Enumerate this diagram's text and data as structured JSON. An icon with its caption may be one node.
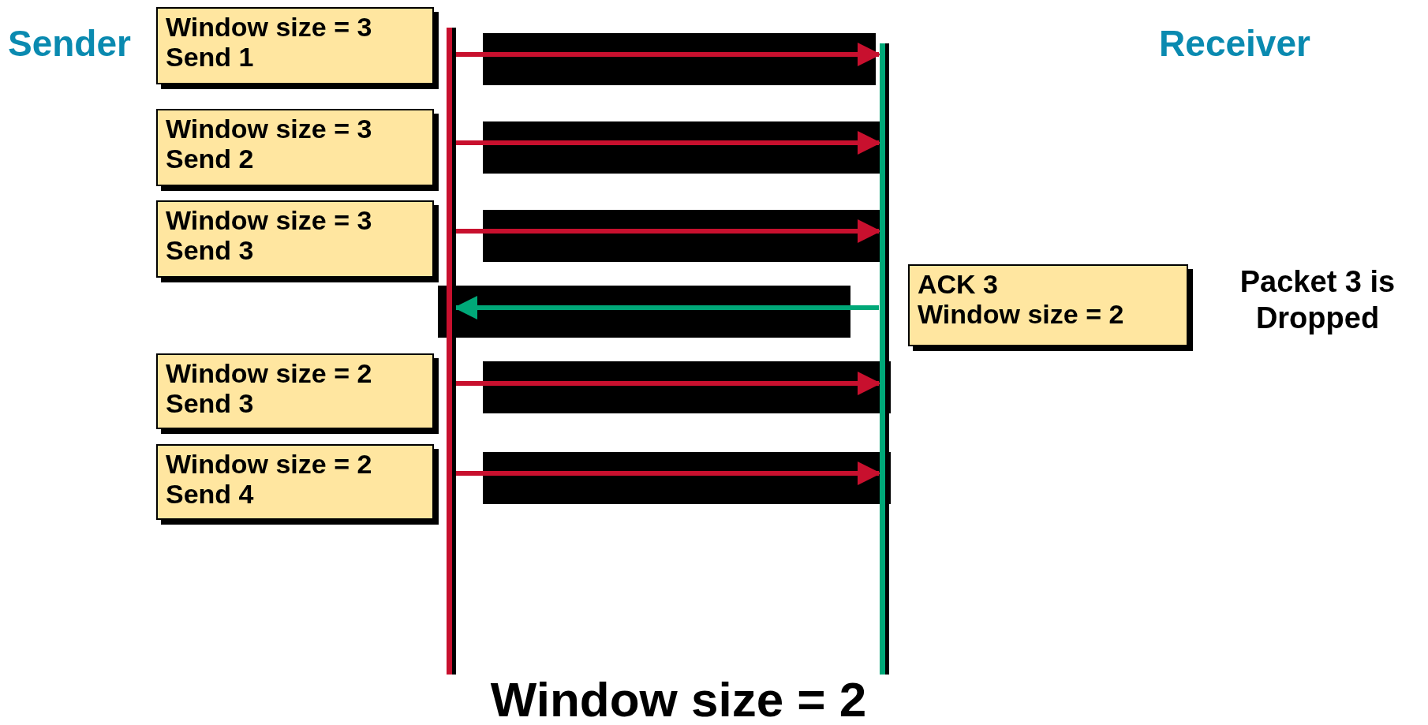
{
  "diagram": {
    "nodes": [
      {
        "text": [],
        "shape": "bar"
      },
      {
        "text": [],
        "shape": "bar"
      },
      {
        "text": [
          "Window size = 3",
          "Send 1"
        ]
      },
      {
        "text": [
          "Window size = 3",
          "Send 2"
        ]
      },
      {
        "text": [
          "Window size = 3",
          "Send 3"
        ]
      },
      {
        "text": [
          "ACK 3",
          "Window size = 2"
        ]
      },
      {
        "text": [
          "Window size = 2",
          "Send 3"
        ]
      },
      {
        "text": [
          "Window size = 2",
          "Send 4"
        ]
      }
    ],
    "edges": [
      {
        "from": 0,
        "to": 1,
        "arrow": "to"
      },
      {
        "from": 0,
        "to": 1,
        "arrow": "to"
      },
      {
        "from": 0,
        "to": 1,
        "arrow": "to"
      },
      {
        "from": 1,
        "to": 0,
        "arrow": "to",
        "color": "#00a878"
      },
      {
        "from": 0,
        "to": 1,
        "arrow": "to"
      },
      {
        "from": 0,
        "to": 1,
        "arrow": "to"
      }
    ],
    "labels": [
      "Sender",
      "Receiver",
      "Packet 3 is Dropped",
      "Window size = 2"
    ]
  }
}
